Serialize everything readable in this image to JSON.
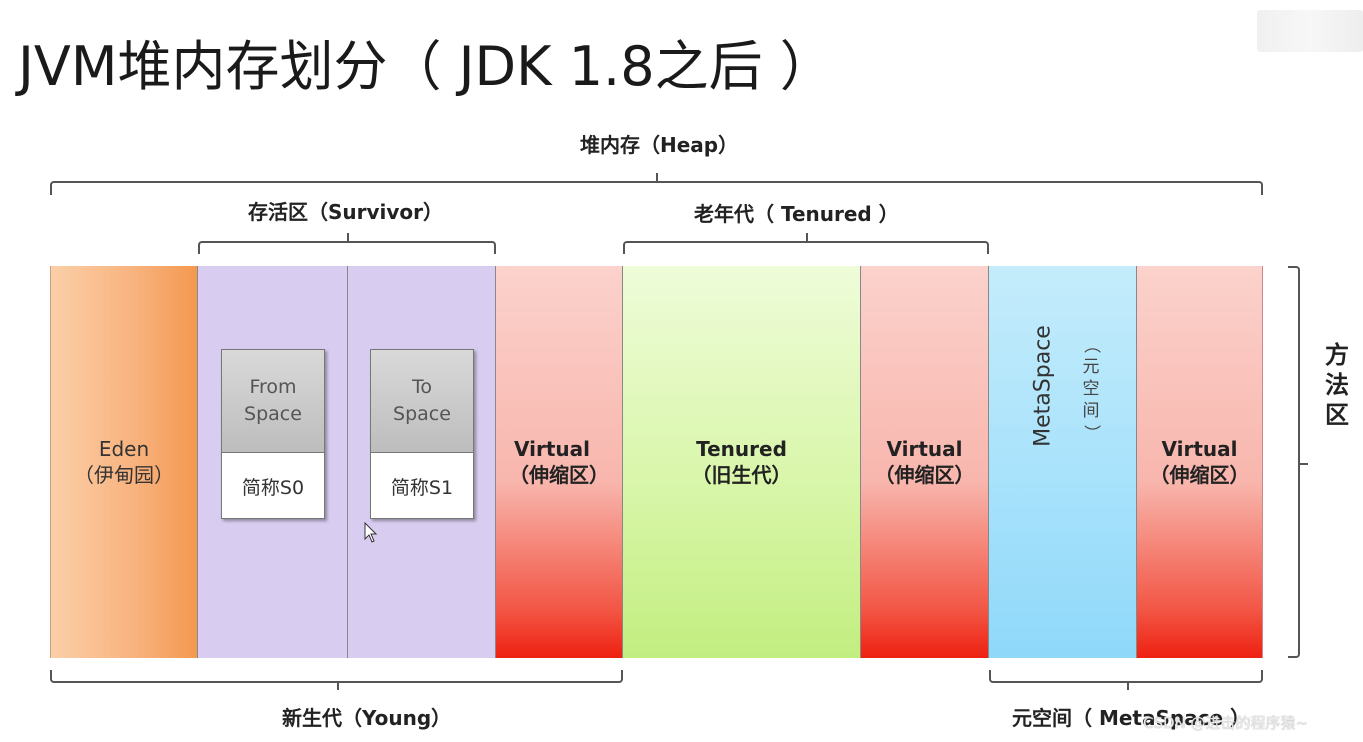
{
  "title": "JVM堆内存划分（ JDK 1.8之后 ）",
  "labels": {
    "heap": "堆内存（Heap）",
    "survivor": "存活区（Survivor）",
    "tenured_group": "老年代（ Tenured ）",
    "young": "新生代（Young）",
    "metaspace_group": "元空间（ MetaSpace ）",
    "method_area": "方法区"
  },
  "regions": {
    "eden": {
      "name": "Eden",
      "cn": "（伊甸园）"
    },
    "s0": {
      "head_line1": "From",
      "head_line2": "Space",
      "alias": "简称S0"
    },
    "s1": {
      "head_line1": "To",
      "head_line2": "Space",
      "alias": "简称S1"
    },
    "virtual1": {
      "name": "Virtual",
      "cn": "（伸缩区）"
    },
    "tenured": {
      "name": "Tenured",
      "cn": "（旧生代）"
    },
    "virtual2": {
      "name": "Virtual",
      "cn": "（伸缩区）"
    },
    "metaspace": {
      "name": "MetaSpace",
      "cn": "（元空间）"
    },
    "virtual3": {
      "name": "Virtual",
      "cn": "（伸缩区）"
    }
  },
  "watermark": "CSDN @进击的程序猿~",
  "colors": {
    "eden": "#f8b17c",
    "survivor": "#d8ccf0",
    "virtual": "#f25544",
    "tenured": "#d9f6aa",
    "metaspace": "#a5e1fb"
  }
}
